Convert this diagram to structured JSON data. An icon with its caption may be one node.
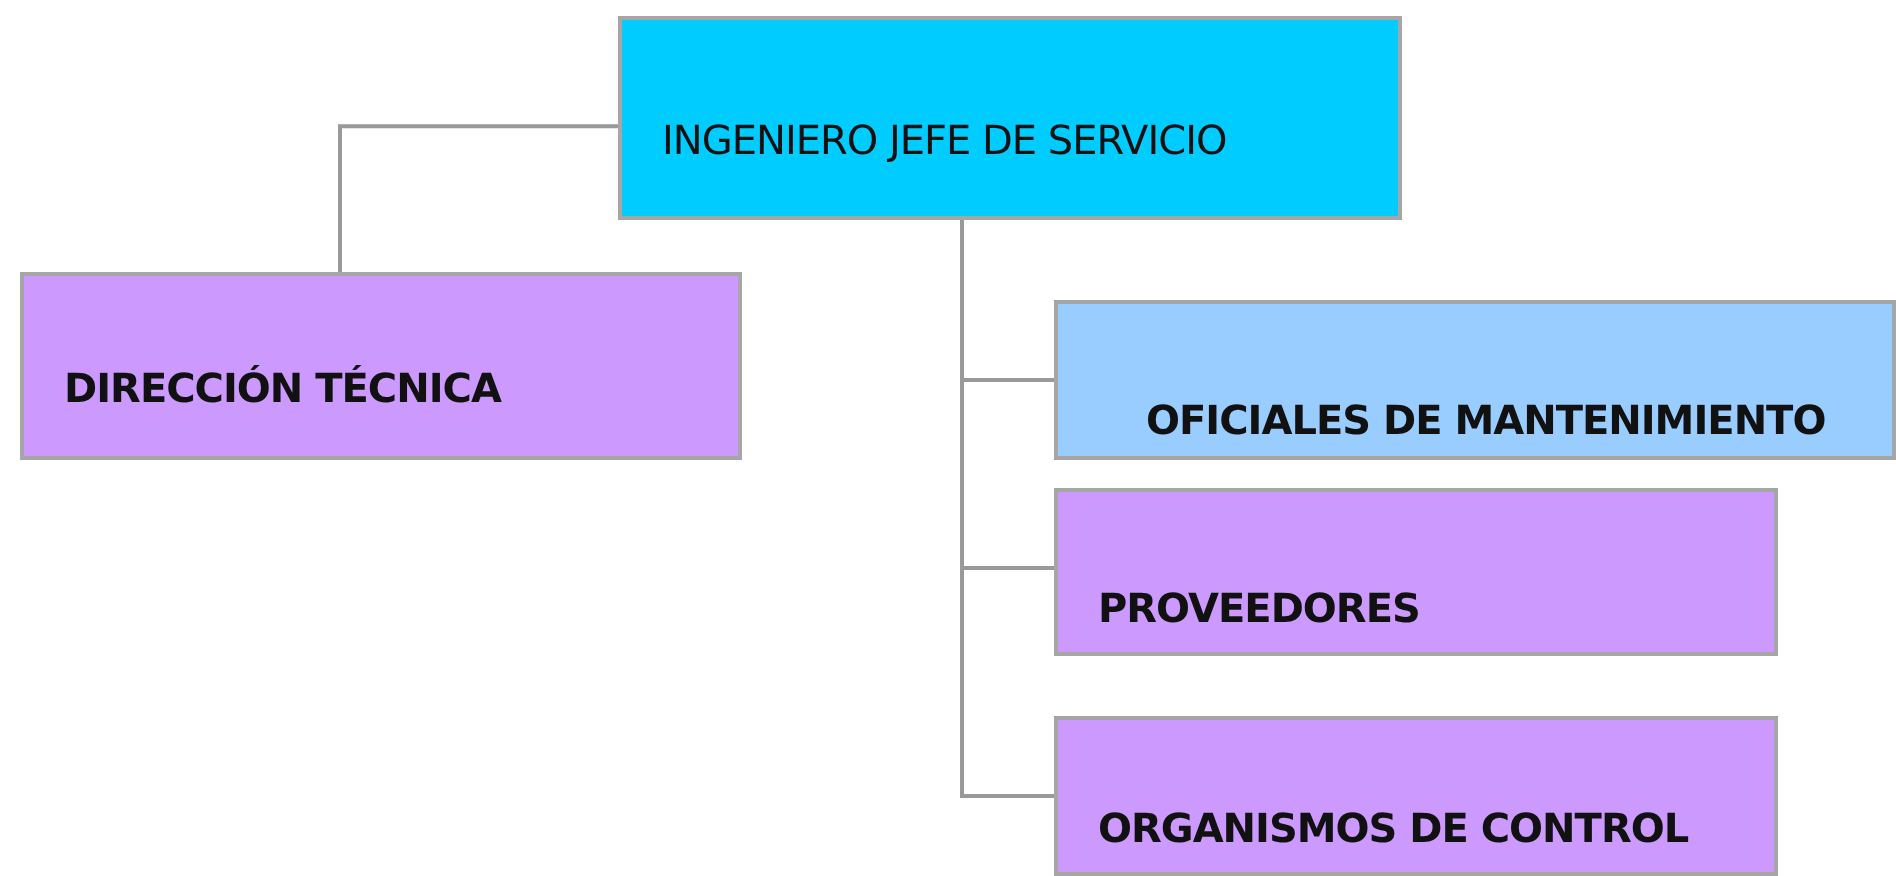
{
  "diagram": {
    "nodes": [
      {
        "text": [
          "INGENIERO JEFE DE SERVICIO"
        ]
      },
      {
        "text": [
          "DIRECCIÓN TÉCNICA"
        ]
      },
      {
        "text": [
          "OFICIALES DE MANTENIMIENTO"
        ]
      },
      {
        "text": [
          "PROVEEDORES"
        ]
      },
      {
        "text": [
          "ORGANISMOS DE CONTROL"
        ]
      }
    ],
    "edges": [
      {
        "from": 0,
        "to": 1,
        "arrow": "none"
      },
      {
        "from": 0,
        "to": 2,
        "arrow": "none"
      },
      {
        "from": 0,
        "to": 3,
        "arrow": "none"
      },
      {
        "from": 0,
        "to": 4,
        "arrow": "none"
      }
    ]
  }
}
